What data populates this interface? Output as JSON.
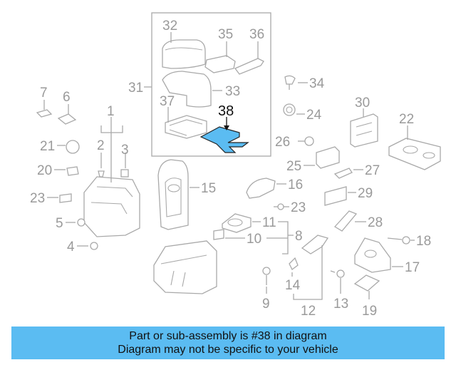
{
  "labels": {
    "l1": "1",
    "l2": "2",
    "l3": "3",
    "l4": "4",
    "l5": "5",
    "l6": "6",
    "l7": "7",
    "l8": "8",
    "l9": "9",
    "l10": "10",
    "l11": "11",
    "l12": "12",
    "l13": "13",
    "l14": "14",
    "l15": "15",
    "l16": "16",
    "l17": "17",
    "l18": "18",
    "l19": "19",
    "l20": "20",
    "l21": "21",
    "l22": "22",
    "l23a": "23",
    "l23b": "23",
    "l24": "24",
    "l25": "25",
    "l26": "26",
    "l27": "27",
    "l28": "28",
    "l29": "29",
    "l30": "30",
    "l31": "31",
    "l32": "32",
    "l33": "33",
    "l34": "34",
    "l35": "35",
    "l36": "36",
    "l37": "37",
    "l38": "38"
  },
  "highlight": {
    "part_number": "38",
    "color": "#5bbcf2"
  },
  "banner": {
    "line1": "Part or sub-assembly is #38 in diagram",
    "line2": "Diagram may not be specific to your vehicle",
    "color": "#5bbcf2"
  }
}
